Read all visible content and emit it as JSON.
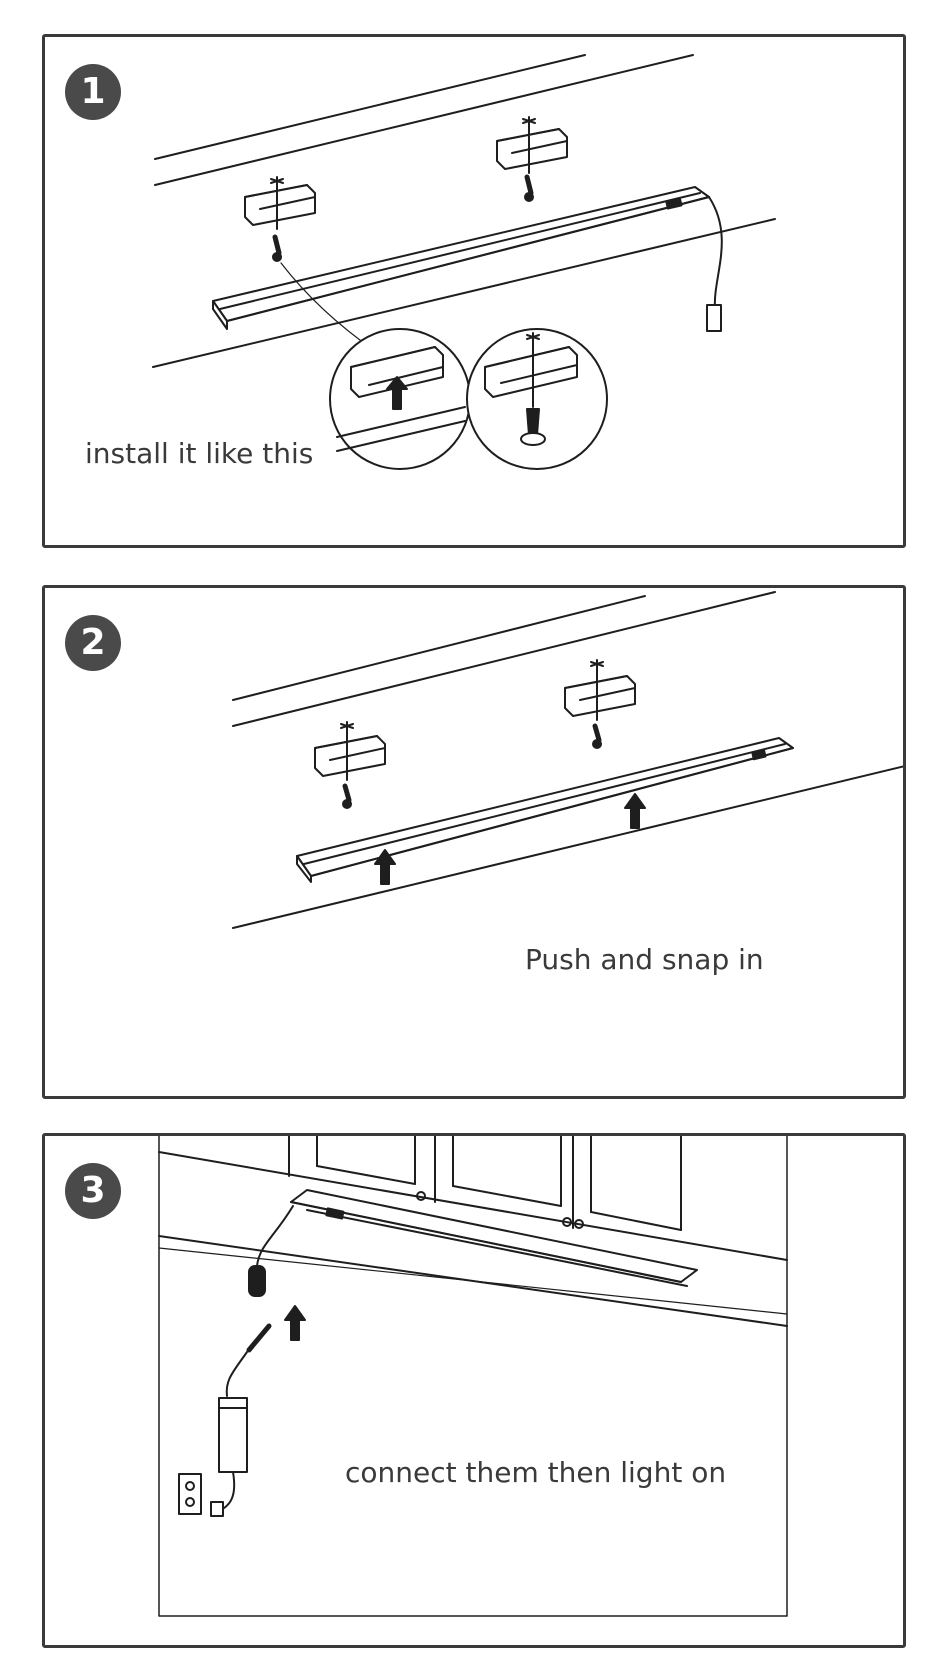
{
  "steps": [
    {
      "number": "1",
      "caption": "install it like this"
    },
    {
      "number": "2",
      "caption": "Push and snap in"
    },
    {
      "number": "3",
      "caption": "connect them then light on"
    }
  ],
  "colors": {
    "line": "#1e1e1e",
    "badge": "#4a4a4a",
    "text": "#3a3a3a",
    "frame": "#3a3a3a"
  }
}
